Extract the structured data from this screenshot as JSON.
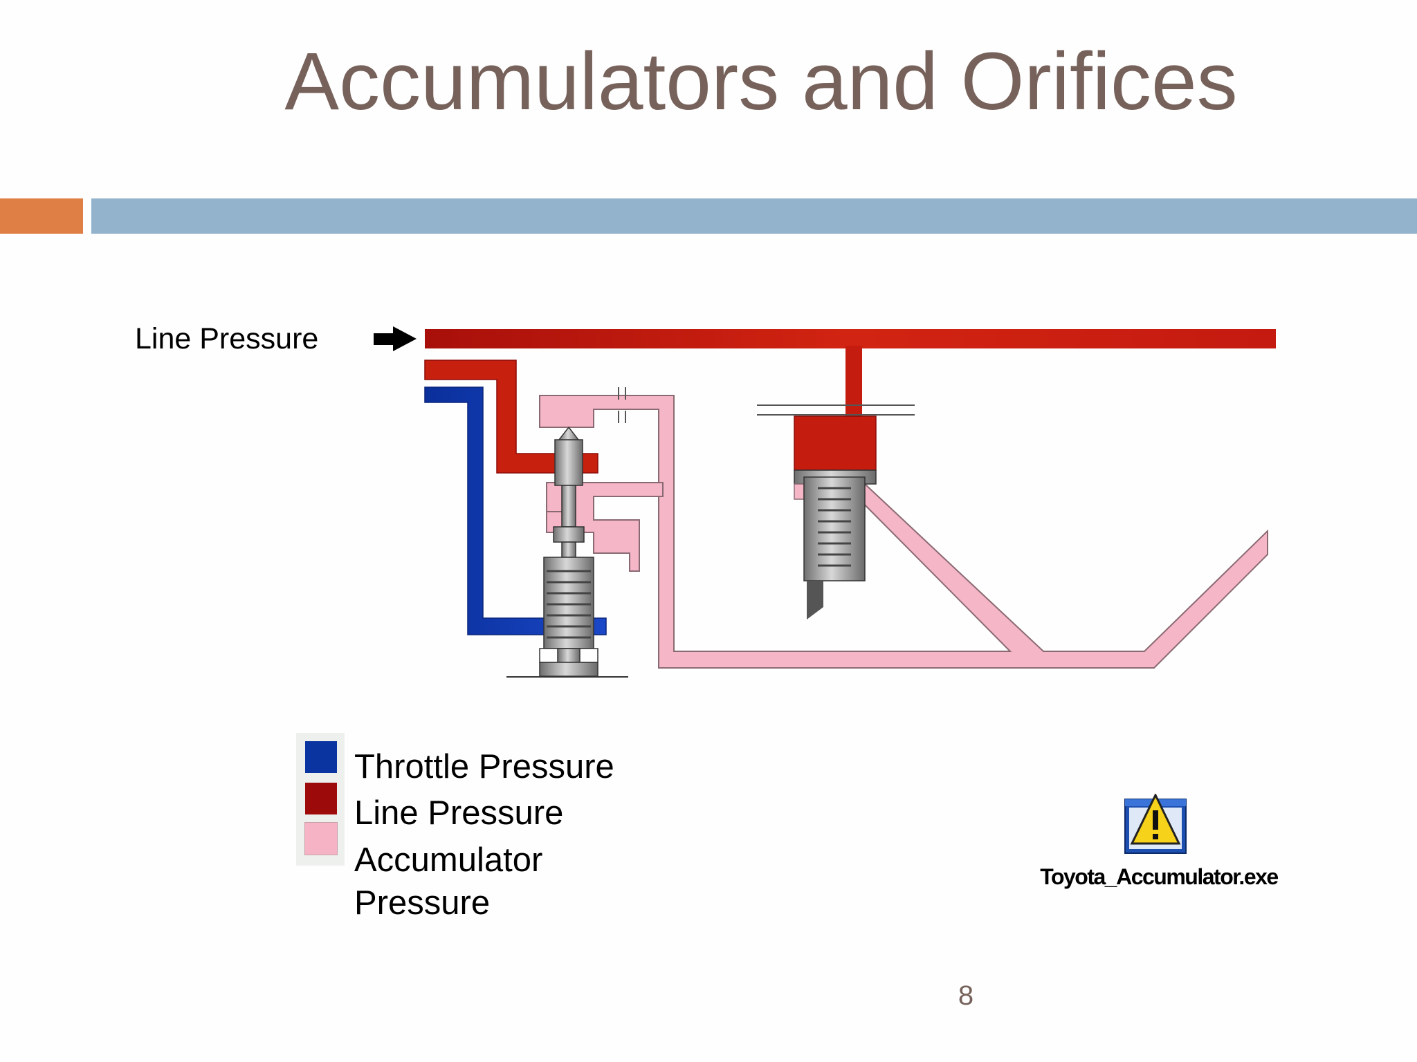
{
  "slide": {
    "title": "Accumulators and Orifices",
    "page_number": "8"
  },
  "diagram": {
    "input_label": "Line Pressure",
    "colors": {
      "throttle": "#0b35a8",
      "line": "#c81e12",
      "accumulator": "#f3b3c6",
      "metal": "#9a9a9a"
    }
  },
  "legend": {
    "items": [
      {
        "label": "Throttle Pressure",
        "color": "#0a34a0"
      },
      {
        "label": "Line Pressure",
        "color": "#9c0a0a"
      },
      {
        "label": "Accumulator",
        "color": "#f7b3c6"
      },
      {
        "label": "Pressure",
        "color": ""
      }
    ]
  },
  "file_link": {
    "label": "Toyota_Accumulator.exe",
    "icon": "warning-icon"
  },
  "theme": {
    "title_color": "#76625a",
    "accent_bar": "#e07f45",
    "main_bar": "#93b3cd"
  }
}
